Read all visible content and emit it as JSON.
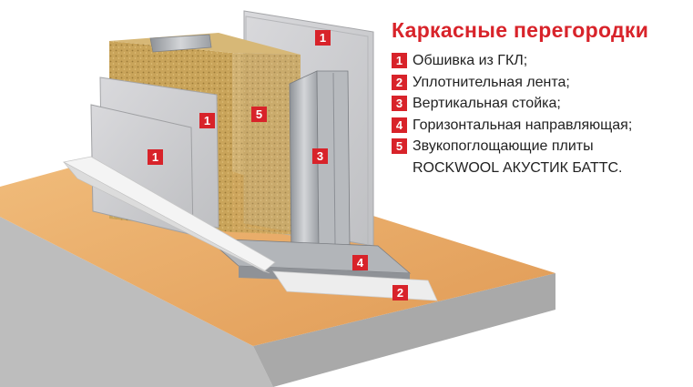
{
  "title": "Каркасные перегородки",
  "legend": [
    {
      "num": "1",
      "text": "Обшивка из ГКЛ;"
    },
    {
      "num": "2",
      "text": "Уплотнительная лента;"
    },
    {
      "num": "3",
      "text": "Вертикальная стойка;"
    },
    {
      "num": "4",
      "text": "Горизонтальная направляющая;"
    },
    {
      "num": "5",
      "text": "Звукопоглощающие плиты",
      "text2": "ROCKWOOL АКУСТИК БАТТС."
    }
  ],
  "callouts": [
    "1",
    "1",
    "1",
    "5",
    "3",
    "4",
    "2"
  ],
  "colors": {
    "accent": "#d8232a",
    "board": "#c9c9cc",
    "wool": "#c9a45a",
    "floor": "#e8a866",
    "steel": "#a6a9ad"
  }
}
